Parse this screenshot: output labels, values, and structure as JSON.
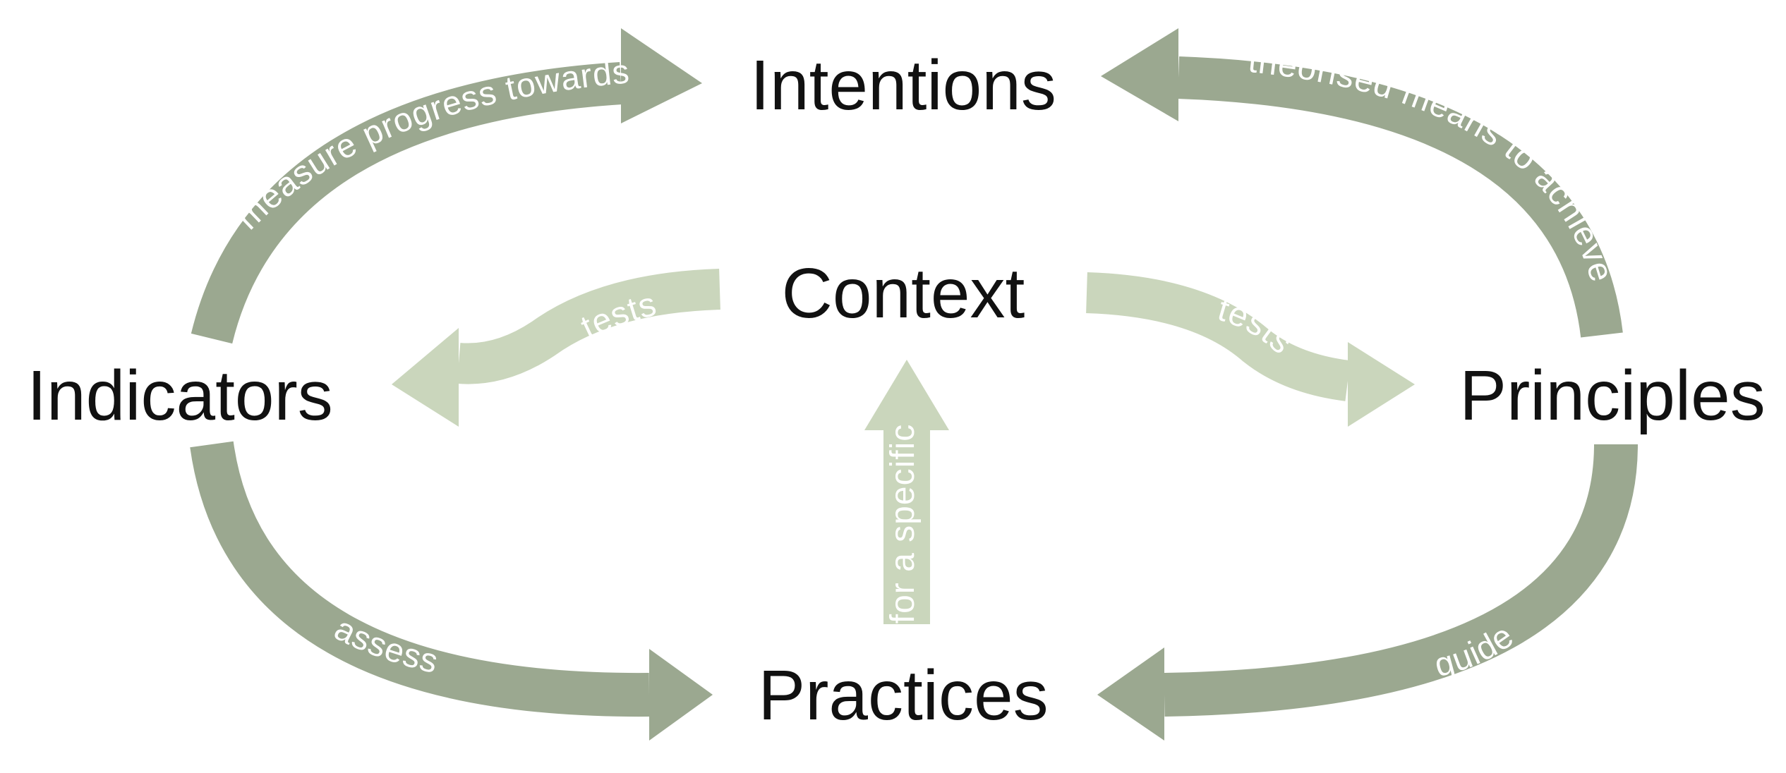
{
  "colors": {
    "dark_arrow": "#9ba890",
    "light_arrow": "#cad6bc",
    "text": "#111111",
    "arrow_text": "#ffffff"
  },
  "nodes": {
    "intentions": "Intentions",
    "context": "Context",
    "indicators": "Indicators",
    "principles": "Principles",
    "practices": "Practices"
  },
  "edges": {
    "indicators_to_intentions": "measure progress towards",
    "principles_to_intentions": "theorised means to achieve",
    "context_to_indicators": "tests",
    "context_to_principles": "tests",
    "practices_to_context": "for a specific",
    "indicators_to_practices": "assess",
    "principles_to_practices": "guide"
  }
}
